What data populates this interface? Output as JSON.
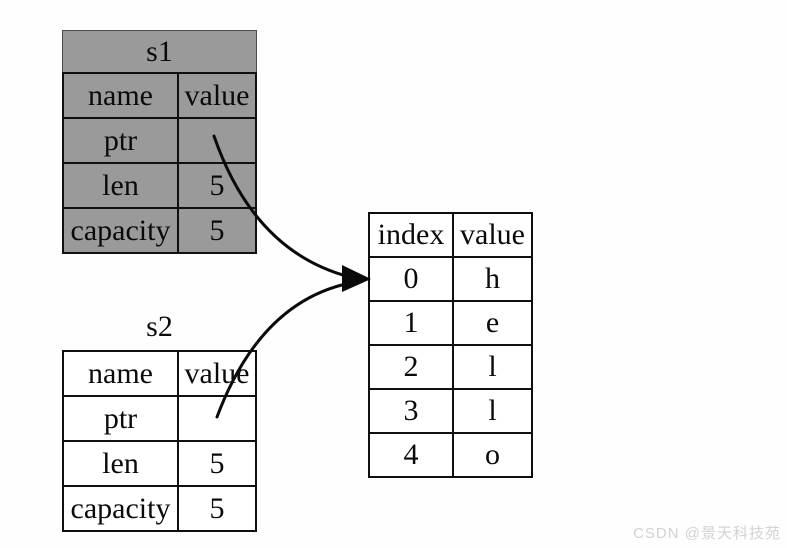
{
  "colors": {
    "background": "#fefefe",
    "s1_fill": "#9a9a9a",
    "s1_title_border": "#4d4d4d",
    "table_border": "#101010",
    "arrow": "#0a0a0a",
    "text": "#0a0a0a",
    "watermark": "#d2d2d2"
  },
  "s1": {
    "title": "s1",
    "headers": [
      "name",
      "value"
    ],
    "rows": [
      [
        "ptr",
        ""
      ],
      [
        "len",
        "5"
      ],
      [
        "capacity",
        "5"
      ]
    ]
  },
  "s2": {
    "title": "s2",
    "headers": [
      "name",
      "value"
    ],
    "rows": [
      [
        "ptr",
        ""
      ],
      [
        "len",
        "5"
      ],
      [
        "capacity",
        "5"
      ]
    ]
  },
  "heap": {
    "headers": [
      "index",
      "value"
    ],
    "rows": [
      [
        "0",
        "h"
      ],
      [
        "1",
        "e"
      ],
      [
        "2",
        "l"
      ],
      [
        "3",
        "l"
      ],
      [
        "4",
        "o"
      ]
    ]
  },
  "watermark": "CSDN @景天科技苑"
}
